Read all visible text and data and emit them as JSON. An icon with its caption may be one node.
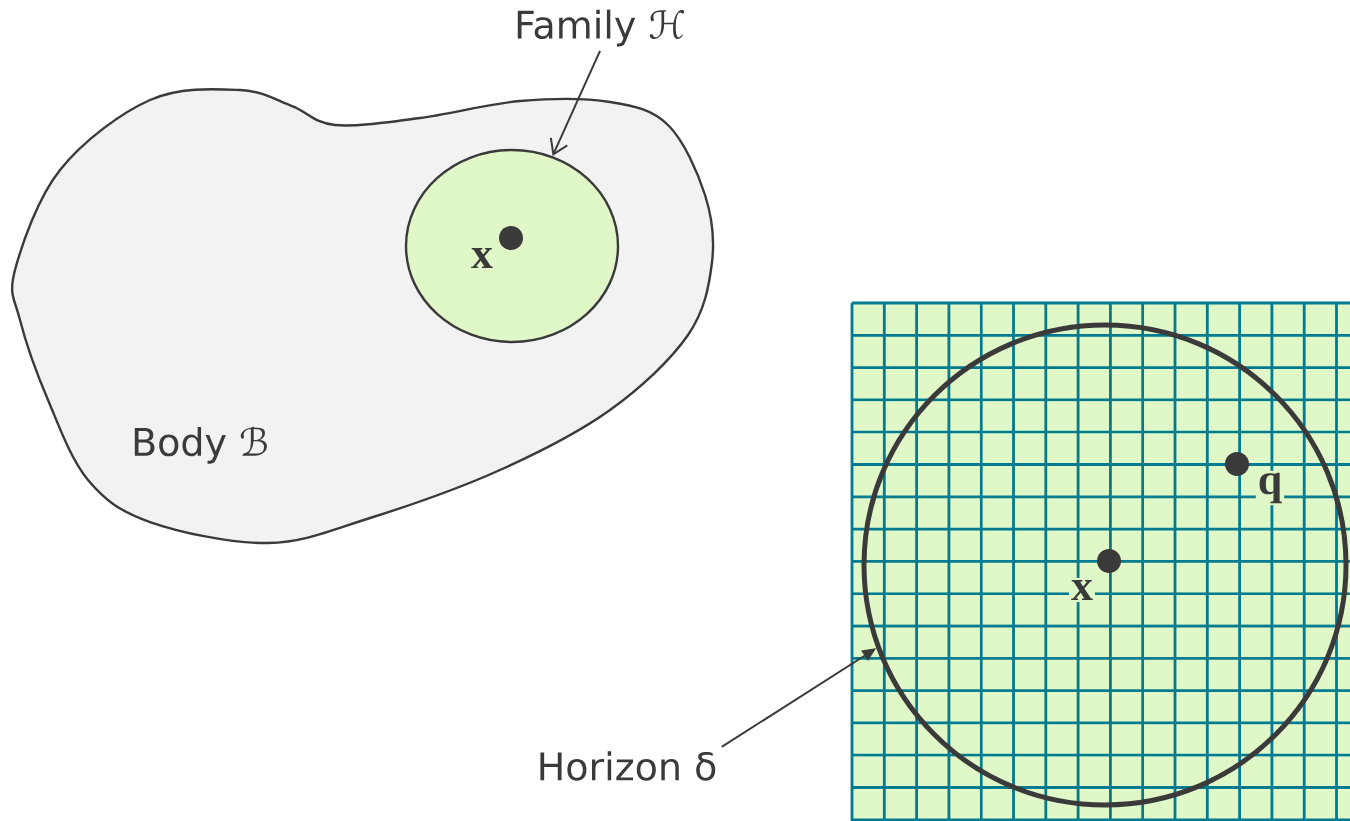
{
  "diagram": {
    "nodes": [
      {
        "text": [
          "Body ℬ"
        ]
      },
      {
        "text": [],
        "shape": "circle",
        "in": 0
      },
      {
        "text": [
          "Family ℋ"
        ]
      },
      {
        "text": [],
        "shape": "box"
      },
      {
        "text": [],
        "shape": "circle",
        "in": 3
      },
      {
        "text": [
          "Horizon δ"
        ]
      }
    ],
    "edges": [
      {
        "from": 2,
        "to": 1,
        "arrow": "to"
      },
      {
        "from": 5,
        "to": 4,
        "arrow": "to"
      }
    ],
    "labels": [
      "x",
      "q",
      "x"
    ]
  }
}
